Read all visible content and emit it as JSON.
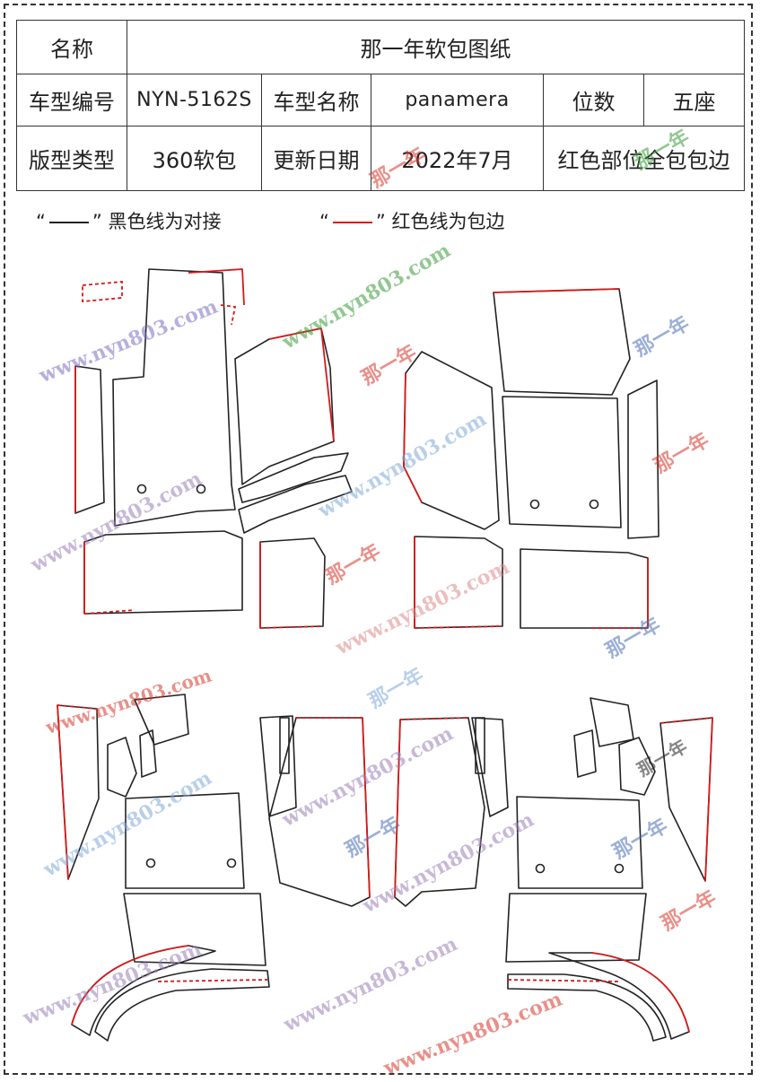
{
  "table": {
    "row1": {
      "name_label": "名称",
      "name_value": "那一年软包图纸"
    },
    "row2": {
      "code_label": "车型编号",
      "code_value": "NYN-5162S",
      "model_label": "车型名称",
      "model_value": "panamera",
      "seats_label": "位数",
      "seats_value": "五座"
    },
    "row3": {
      "type_label": "版型类型",
      "type_value": "360软包",
      "date_label": "更新日期",
      "date_value": "2022年7月",
      "note_value": "红色部位全包包边"
    }
  },
  "legend": {
    "black": {
      "open_quote": "“",
      "close_quote": "”",
      "text": "黑色线为对接"
    },
    "red": {
      "open_quote": "“",
      "close_quote": "”",
      "text": "红色线为包边"
    }
  },
  "colors": {
    "black_line": "#222222",
    "red_line": "#d61818"
  },
  "watermarks": [
    {
      "text": "www.nyn803.com",
      "color": "#7b6fc4"
    },
    {
      "text": "www.nyn803.com",
      "color": "#3a9a3a"
    },
    {
      "text": "www.nyn803.com",
      "color": "#d8342a"
    },
    {
      "text": "www.nyn803.com",
      "color": "#7fa8d8"
    },
    {
      "text": "www.nyn803.com",
      "color": "#9a7fb8"
    },
    {
      "text": "那一年",
      "color": "#d8342a"
    },
    {
      "text": "那一年",
      "color": "#4a6fb8"
    },
    {
      "text": "那一年",
      "color": "#3a9a3a"
    }
  ]
}
